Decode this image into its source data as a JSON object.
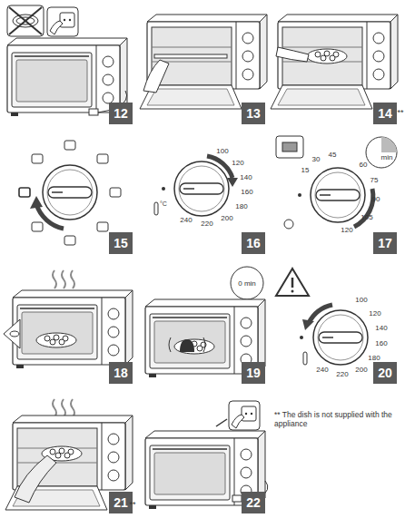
{
  "diagram": {
    "nodes": [
      {
        "text": [
          "12"
        ]
      },
      {
        "text": [
          "13"
        ]
      },
      {
        "text": [
          "14"
        ]
      },
      {
        "text": [
          "15"
        ]
      },
      {
        "text": [
          "16"
        ]
      },
      {
        "text": [
          "17"
        ]
      },
      {
        "text": [
          "18"
        ]
      },
      {
        "text": [
          "19"
        ]
      },
      {
        "text": [
          "20"
        ]
      },
      {
        "text": [
          "21"
        ]
      },
      {
        "text": [
          "22"
        ]
      }
    ],
    "labels": [
      "**",
      "100",
      "120",
      "140",
      "160",
      "180",
      "200",
      "220",
      "240",
      "°C",
      "min",
      "15",
      "30",
      "45",
      "60",
      "75",
      "90",
      "105",
      "120",
      "0 min",
      "100",
      "120",
      "140",
      "160",
      "180",
      "200",
      "220",
      "240",
      "**",
      "** The dish is not supplied with the appliance"
    ]
  }
}
